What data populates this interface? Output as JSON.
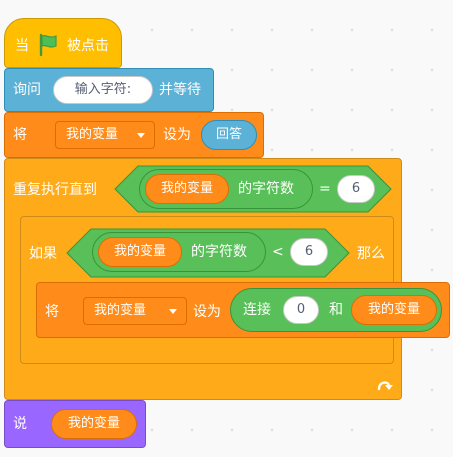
{
  "hat": {
    "when": "当",
    "flag_clicked": "被点击"
  },
  "ask": {
    "label": "询问",
    "prompt": "输入字符:",
    "and_wait": "并等待"
  },
  "set_var_1": {
    "label": "将",
    "variable": "我的变量",
    "to": "设为",
    "value": "回答"
  },
  "repeat_until": {
    "label": "重复执行直到",
    "reporter": "我的变量",
    "length_of": "的字符数",
    "operator": "=",
    "compare_value": "6"
  },
  "if_block": {
    "label": "如果",
    "reporter": "我的变量",
    "length_of": "的字符数",
    "operator": "<",
    "compare_value": "6",
    "then": "那么"
  },
  "set_var_2": {
    "label": "将",
    "variable": "我的变量",
    "to": "设为",
    "join_label": "连接",
    "join_first": "0",
    "join_and": "和",
    "join_second": "我的变量"
  },
  "say": {
    "label": "说",
    "value": "我的变量"
  },
  "icons": {
    "flag": "green-flag-icon",
    "loop": "loop-arrow-icon",
    "dropdown": "dropdown-arrow-icon"
  }
}
